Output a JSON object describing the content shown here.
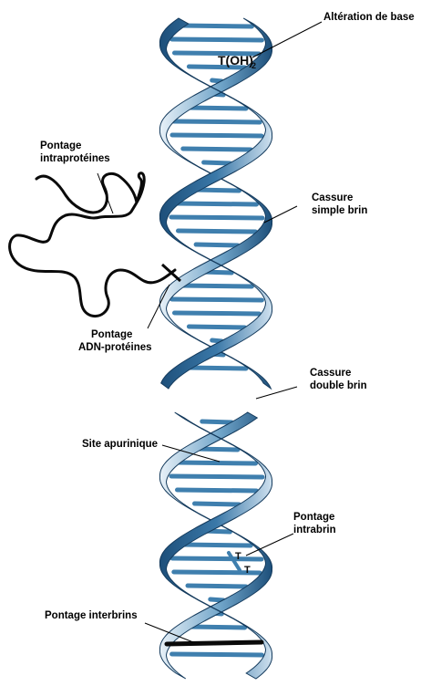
{
  "labels": {
    "base_alteration": "Altération de base",
    "base_alteration_mark": "T(OH)",
    "base_alteration_sub": "2",
    "intraprotein_line1": "Pontage",
    "intraprotein_line2": "intraprotéines",
    "single_strand_line1": "Cassure",
    "single_strand_line2": "simple brin",
    "dna_protein_line1": "Pontage",
    "dna_protein_line2": "ADN-protéines",
    "double_strand_line1": "Cassure",
    "double_strand_line2": "double brin",
    "apurinic_site": "Site apurinique",
    "intrastrand_line1": "Pontage",
    "intrastrand_line2": "intrabrin",
    "intrastrand_mark_a": "T",
    "intrastrand_mark_b": "T",
    "interstrand": "Pontage interbrins"
  },
  "colors": {
    "strand_dark": "#1d4f7a",
    "strand_mid": "#3a78a8",
    "strand_light": "#e8f1f8",
    "rung": "#3f7fae",
    "interstrand_rung": "#0a0a0a"
  }
}
